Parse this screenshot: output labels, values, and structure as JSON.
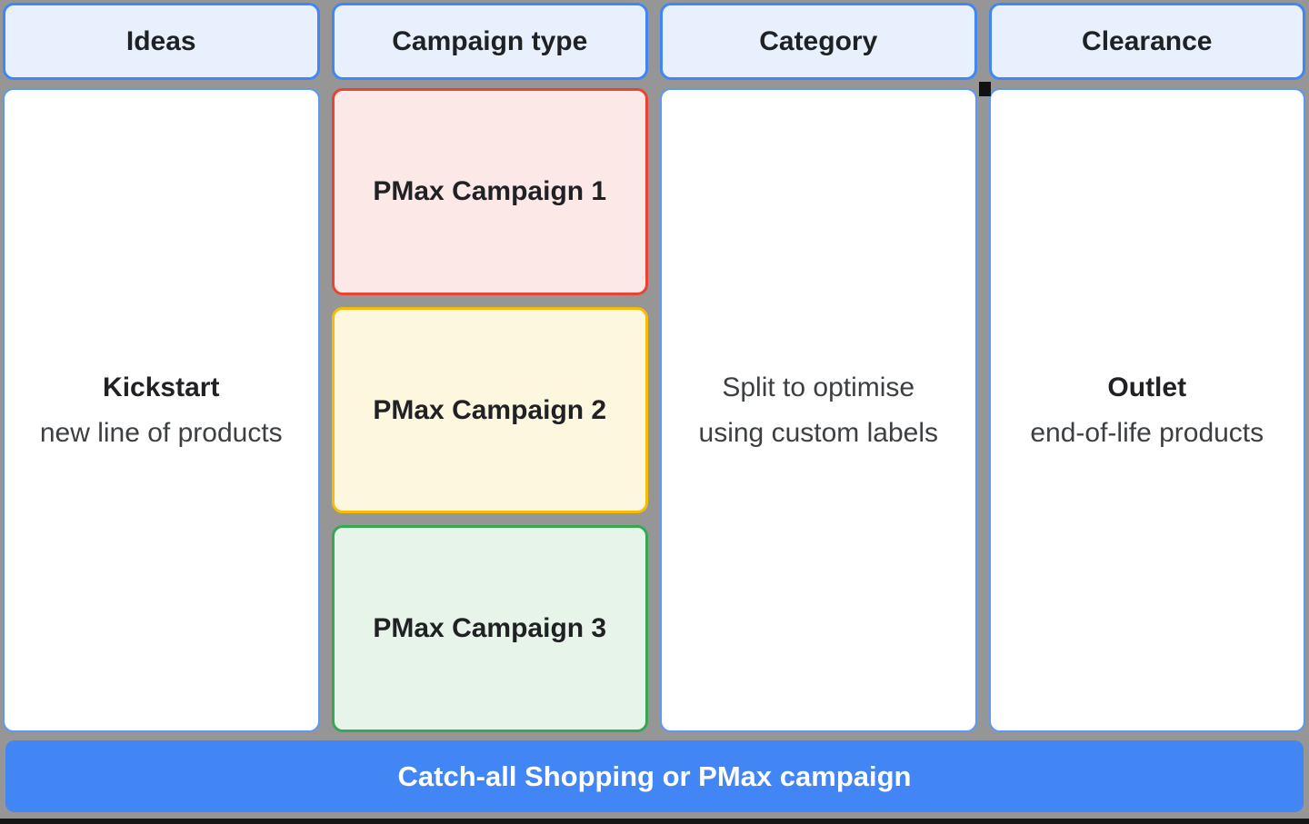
{
  "diagram": {
    "columns": [
      {
        "header": "Ideas",
        "body": {
          "line1": "Kickstart",
          "line2": "new line of products"
        }
      },
      {
        "header": "Campaign type",
        "campaigns": [
          {
            "label": "PMax Campaign 1",
            "fill": "#FCE8E6",
            "border": "#E94335"
          },
          {
            "label": "PMax Campaign 2",
            "fill": "#FEF7E0",
            "border": "#F9BC05"
          },
          {
            "label": "PMax Campaign 3",
            "fill": "#E7F4EA",
            "border": "#36A853"
          }
        ]
      },
      {
        "header": "Category",
        "body": {
          "line1": "Split to optimise",
          "line2": "using custom labels"
        }
      },
      {
        "header": "Clearance",
        "body": {
          "line1": "Outlet",
          "line2": "end-of-life products"
        }
      }
    ],
    "banner": {
      "label": "Catch-all Shopping or PMax campaign",
      "fill": "#4285F4",
      "text_color": "#FFFFFF"
    },
    "colors": {
      "page_background": "#969696",
      "header_fill": "#E8F0FE",
      "header_border": "#4285F4",
      "body_fill": "#FFFFFF",
      "body_border": "#5E97F6",
      "text_dark": "#202124",
      "text_body": "#3C4043",
      "bottom_strip": "#161616"
    }
  }
}
